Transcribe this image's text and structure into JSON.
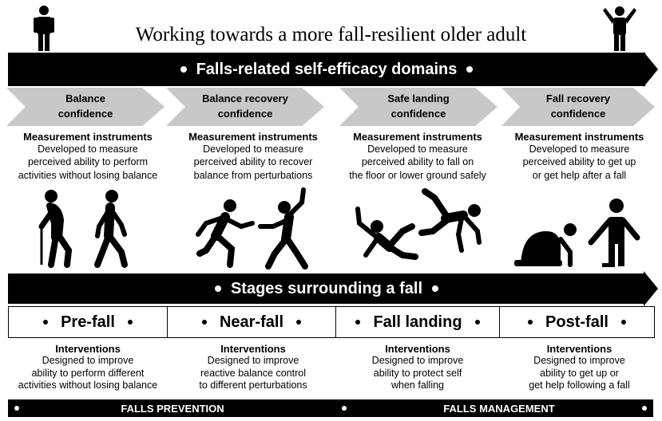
{
  "title": "Working towards a more fall-resilient older adult",
  "domains_bar": "Falls-related self-efficacy domains",
  "domains": [
    {
      "label": "Balance\nconfidence",
      "measure_head": "Measurement instruments",
      "measure_desc": "Developed to measure\nperceived ability to perform\nactivities without losing balance"
    },
    {
      "label": "Balance recovery\nconfidence",
      "measure_head": "Measurement instruments",
      "measure_desc": "Developed to measure\nperceived ability to recover\nbalance from perturbations"
    },
    {
      "label": "Safe landing\nconfidence",
      "measure_head": "Measurement instruments",
      "measure_desc": "Developed to measure\nperceived ability to fall on\nthe floor or lower ground safely"
    },
    {
      "label": "Fall recovery\nconfidence",
      "measure_head": "Measurement instruments",
      "measure_desc": "Developed to measure\nperceived ability to get up\nor get help after a fall"
    }
  ],
  "stages_bar": "Stages surrounding a fall",
  "stages": [
    {
      "label": "Pre-fall",
      "int_head": "Interventions",
      "int_desc": "Designed to improve\nability to perform different\nactivities without losing balance"
    },
    {
      "label": "Near-fall",
      "int_head": "Interventions",
      "int_desc": "Designed to improve\nreactive balance control\nto different  perturbations"
    },
    {
      "label": "Fall landing",
      "int_head": "Interventions",
      "int_desc": "Designed to improve\nability to protect self\nwhen falling"
    },
    {
      "label": "Post-fall",
      "int_head": "Interventions",
      "int_desc": "Designed to improve\nability to get up or\nget help following a fall"
    }
  ],
  "bottom": {
    "prevention": "FALLS PREVENTION",
    "management": "FALLS MANAGEMENT"
  },
  "icons": {
    "left_person": "standing-person-icon",
    "right_person": "arms-raised-person-icon",
    "figures": [
      "cane-walking-icon",
      "walking-person-icon",
      "stumbling-person-icon",
      "recovering-person-icon",
      "falling-backward-icon",
      "falling-forward-icon",
      "sitting-on-floor-icon",
      "standing-helper-icon"
    ]
  },
  "colors": {
    "bar": "#000000",
    "chevron": "#c8c8c8"
  }
}
